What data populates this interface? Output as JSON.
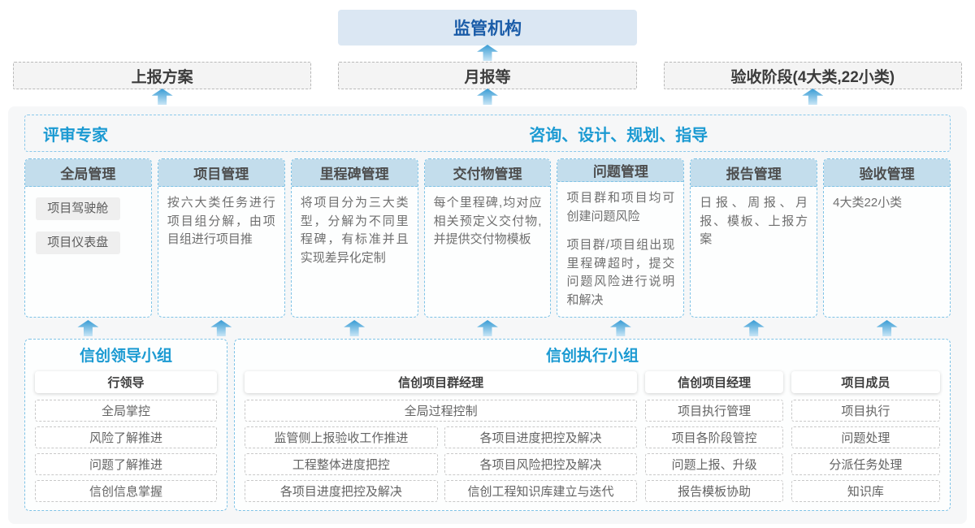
{
  "top": {
    "regulator": "监管机构",
    "boxes": [
      "上报方案",
      "月报等",
      "验收阶段(4大类,22小类)"
    ]
  },
  "panel": {
    "left_title": "评审专家",
    "right_title": "咨询、设计、规划、指导",
    "columns": [
      {
        "title": "全局管理",
        "tags": [
          "项目驾驶舱",
          "项目仪表盘"
        ]
      },
      {
        "title": "项目管理",
        "text": "按六大类任务进行项目组分解，由项目组进行项目推"
      },
      {
        "title": "里程碑管理",
        "text": "将项目分为三大类型，分解为不同里程碑，有标准并且实现差异化定制"
      },
      {
        "title": "交付物管理",
        "text": "每个里程碑,均对应相关预定义交付物,并提供交付物模板"
      },
      {
        "title": "问题管理",
        "p1": "项目群和项目均可创建问题风险",
        "p2": "项目群/项目组出现里程碑超时，提交问题风险进行说明和解决"
      },
      {
        "title": "报告管理",
        "text": "日报、周报、月报、模板、上报方案"
      },
      {
        "title": "验收管理",
        "text": "4大类22小类"
      }
    ]
  },
  "bottom": {
    "leader_group": {
      "title": "信创领导小组",
      "role": "行领导",
      "items": [
        "全局掌控",
        "风险了解推进",
        "问题了解推进",
        "信创信息掌握"
      ]
    },
    "exec_group": {
      "title": "信创执行小组",
      "pgm": {
        "role": "信创项目群经理",
        "full_item": "全局过程控制",
        "left_items": [
          "监管侧上报验收工作推进",
          "工程整体进度把控",
          "各项目进度把控及解决"
        ],
        "right_items": [
          "各项目进度把控及解决",
          "各项目风险把控及解决",
          "信创工程知识库建立与迭代"
        ]
      },
      "pm": {
        "role": "信创项目经理",
        "items": [
          "项目执行管理",
          "项目各阶段管控",
          "问题上报、升级",
          "报告模板协助"
        ]
      },
      "member": {
        "role": "项目成员",
        "items": [
          "项目执行",
          "问题处理",
          "分派任务处理",
          "知识库"
        ]
      }
    }
  },
  "colors": {
    "accent_blue": "#1b9ad2",
    "regulator_text": "#1a5ca8",
    "regulator_bg": "#dbe7f3",
    "column_header_bg": "#c3ddec",
    "dashed_blue_border": "#7fc3e6",
    "container_bg": "#f6f7f8",
    "arrow_blue": "#379bd4"
  }
}
